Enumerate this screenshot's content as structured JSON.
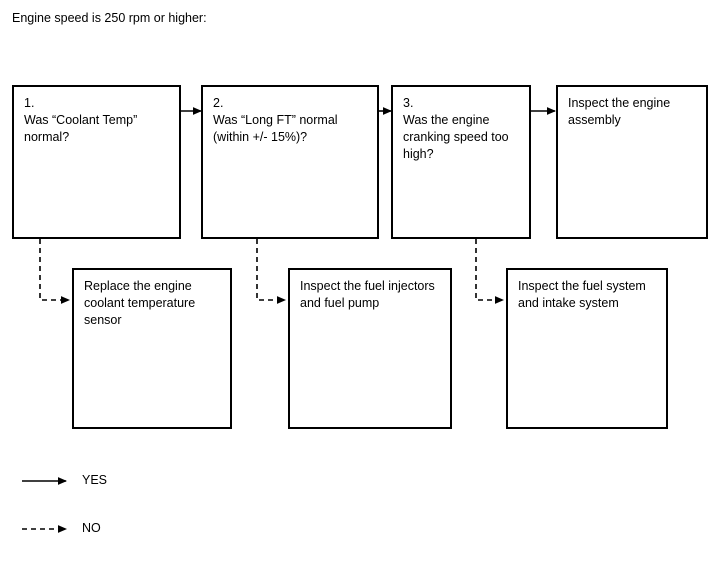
{
  "caption": "Engine speed is 250 rpm or higher:",
  "decision_nodes": [
    {
      "id": "node-1",
      "number": "1.",
      "text": "Was “Coolant Temp” normal?"
    },
    {
      "id": "node-2",
      "number": "2.",
      "text": "Was “Long FT” normal (within +/- 15%)?"
    },
    {
      "id": "node-3",
      "number": "3.",
      "text": "Was the engine cranking speed too high?"
    }
  ],
  "terminal_node": {
    "id": "node-4",
    "text": "Inspect the engine assembly"
  },
  "action_nodes": [
    {
      "id": "action-1",
      "text": "Replace the engine coolant temperature sensor"
    },
    {
      "id": "action-2",
      "text": "Inspect the fuel injectors and fuel pump"
    },
    {
      "id": "action-3",
      "text": "Inspect the fuel system and intake system"
    }
  ],
  "legend": {
    "yes_label": "YES",
    "no_label": "NO"
  },
  "colors": {
    "stroke": "#000000",
    "background": "#ffffff",
    "text": "#000000"
  }
}
